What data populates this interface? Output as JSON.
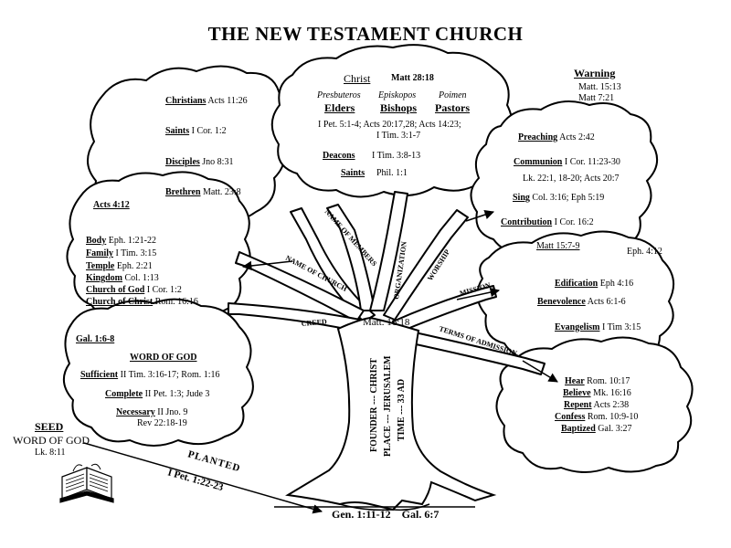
{
  "title": "THE NEW TESTAMENT CHURCH",
  "warning": {
    "heading": "Warning",
    "refs": [
      "Matt. 15:13",
      "Matt 7:21"
    ]
  },
  "leadership": {
    "christ": "Christ",
    "christ_ref": "Matt 28:18",
    "greek": [
      "Presbuteros",
      "Episkopos",
      "Poimen"
    ],
    "offices": [
      "Elders",
      "Bishops",
      "Pastors"
    ],
    "refs_line1": "I Pet. 5:1-4;  Acts 20:17,28;  Acts 14:23;",
    "refs_line2": "I Tim. 3:1-7",
    "deacons": "Deacons",
    "deacons_ref": "I Tim. 3:8-13",
    "saints": "Saints",
    "saints_ref": "Phil. 1:1"
  },
  "names_of_members": [
    {
      "name": "Christians",
      "ref": "Acts 11:26"
    },
    {
      "name": "Saints",
      "ref": "I Cor. 1:2"
    },
    {
      "name": "Disciples",
      "ref": "Jno 8:31"
    },
    {
      "name": "Brethren",
      "ref": "Matt. 23:8"
    }
  ],
  "worship": [
    {
      "name": "Preaching",
      "ref": "Acts 2:42"
    },
    {
      "name": "Communion",
      "ref": "I Cor. 11:23-30"
    },
    {
      "name": "",
      "ref": "Lk. 22:1, 18-20;  Acts 20:7"
    },
    {
      "name": "Sing",
      "ref": "Col. 3:16; Eph 5:19"
    },
    {
      "name": "Contribution",
      "ref": "I Cor. 16:2"
    },
    {
      "name": "",
      "ref": "Matt 15:7-9"
    }
  ],
  "names_of_church": {
    "acts": "Acts 4:12",
    "items": [
      {
        "name": "Body",
        "ref": "Eph. 1:21-22"
      },
      {
        "name": "Family",
        "ref": "I Tim. 3:15"
      },
      {
        "name": "Temple",
        "ref": "Eph. 2:21"
      },
      {
        "name": "Kingdom",
        "ref": "Col. 1:13"
      },
      {
        "name": "Church of God",
        "ref": "I Cor. 1:2"
      },
      {
        "name": "Church of Christ",
        "ref": "Rom. 16:16"
      }
    ]
  },
  "mission": {
    "eph": "Eph. 4:12",
    "items": [
      {
        "name": "Edification",
        "ref": "Eph 4:16"
      },
      {
        "name": "Benevolence",
        "ref": "Acts 6:1-6"
      },
      {
        "name": "Evangelism",
        "ref": "I Tim 3:15"
      }
    ]
  },
  "creed": {
    "gal": "Gal. 1:6-8",
    "heading": "WORD OF GOD",
    "items": [
      {
        "name": "Sufficient",
        "ref": "II Tim. 3:16-17;  Rom. 1:16"
      },
      {
        "name": "Complete",
        "ref": "II Pet. 1:3;  Jude 3"
      },
      {
        "name": "Necessary",
        "ref": "II Jno. 9"
      },
      {
        "name": "",
        "ref": "Rev 22:18-19"
      }
    ]
  },
  "terms_of_admission": [
    {
      "name": "Hear",
      "ref": "Rom. 10:17"
    },
    {
      "name": "Believe",
      "ref": "Mk. 16:16"
    },
    {
      "name": "Repent",
      "ref": "Acts 2:38"
    },
    {
      "name": "Confess",
      "ref": "Rom. 10:9-10"
    },
    {
      "name": "Baptized",
      "ref": "Gal. 3:27"
    }
  ],
  "branch_labels": {
    "name_of_members": "NAME OF MEMBERS",
    "organization": "ORGANIZATION",
    "worship": "WORSHIP",
    "name_of_church": "NAME OF CHURCH",
    "mission": "MISSION",
    "creed": "CREED",
    "terms": "TERMS OF ADMISSION"
  },
  "trunk": {
    "matt": "Matt. 16:18",
    "founder": "FOUNDER --- CHRIST",
    "place": "PLACE --- JERUSALEM",
    "time": "TIME --- 33 AD"
  },
  "seed": {
    "heading": "SEED",
    "text": "WORD OF GOD",
    "ref": "Lk. 8:11",
    "planted": "PLANTED",
    "planted_ref": "I Pet. 1:22-23"
  },
  "ground_ref": "Gen. 1:11-12    Gal. 6:7"
}
